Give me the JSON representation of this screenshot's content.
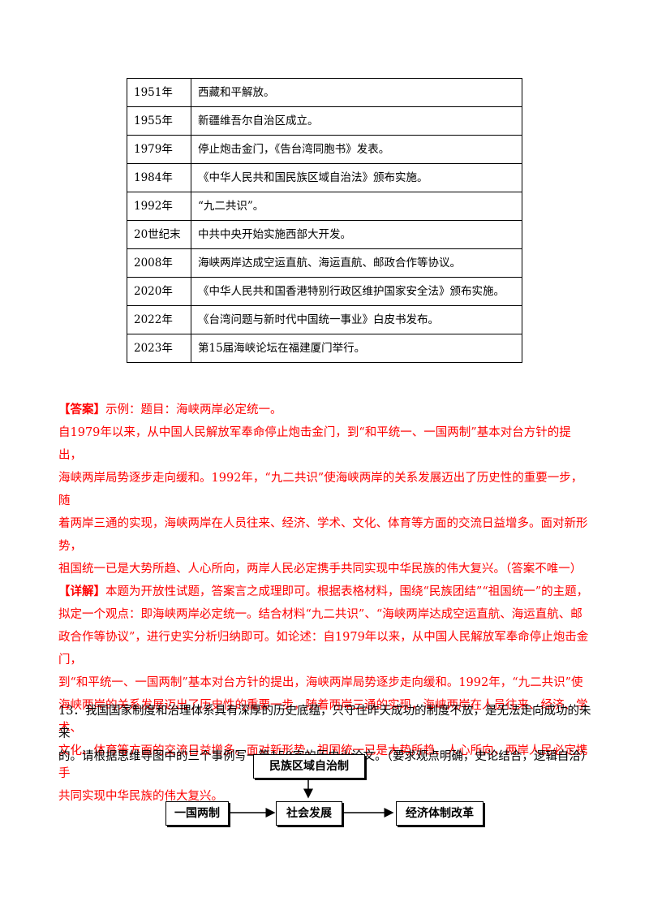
{
  "timeline": {
    "rows": [
      {
        "year": "1951年",
        "event": "西藏和平解放。"
      },
      {
        "year": "1955年",
        "event": "新疆维吾尔自治区成立。"
      },
      {
        "year": "1979年",
        "event": "停止炮击金门，《告台湾同胞书》发表。"
      },
      {
        "year": "1984年",
        "event": "《中华人民共和国民族区域自治法》颁布实施。"
      },
      {
        "year": "1992年",
        "event": "“九二共识”。"
      },
      {
        "year": "20世纪末",
        "event": "中共中央开始实施西部大开发。"
      },
      {
        "year": "2008年",
        "event": "海峡两岸达成空运直航、海运直航、邮政合作等协议。"
      },
      {
        "year": "2020年",
        "event": "《中华人民共和国香港特别行政区维护国家安全法》颁布实施。"
      },
      {
        "year": "2022年",
        "event": "《台湾问题与新时代中国统一事业》白皮书发布。"
      },
      {
        "year": "2023年",
        "event": "第15届海峡论坛在福建厦门举行。"
      }
    ]
  },
  "answer": {
    "tag": "【答案】",
    "first_line": "示例：题目：海峡两岸必定统一。",
    "lines": [
      "自1979年以来，从中国人民解放军奉命停止炮击金门，到“和平统一、一国两制”基本对台方针的提出，",
      "海峡两岸局势逐步走向缓和。1992年，“九二共识”使海峡两岸的关系发展迈出了历史性的重要一步，随",
      "着两岸三通的实现，海峡两岸在人员往来、经济、学术、文化、体育等方面的交流日益增多。面对新形势，",
      "祖国统一已是大势所趋、人心所向，两岸人民必定携手共同实现中华民族的伟大复兴。（答案不唯一）"
    ]
  },
  "detail": {
    "tag": "【详解】",
    "first_line": "本题为开放性试题，答案言之成理即可。根据表格材料，围绕“民族团结”“祖国统一”的主题，",
    "lines": [
      "拟定一个观点：即海峡两岸必定统一。结合材料“九二共识”、“海峡两岸达成空运直航、海运直航、邮",
      "政合作等协议”，进行史实分析归纳即可。如论述：自1979年以来，从中国人民解放军奉命停止炮击金门，",
      "到“和平统一、一国两制”基本对台方针的提出，海峡两岸局势逐步走向缓和。1992年，“九二共识”使",
      "海峡两岸的关系发展迈出了历史性的重要一步，随着两岸三通的实现，海峡两岸在人员往来、经济、学术、",
      "文化、体育等方面的交流日益增多。面对新形势，祖国统一已是大势所趋、人心所向，两岸人民必定携手",
      "共同实现中华民族的伟大复兴。"
    ]
  },
  "question": {
    "lines": [
      "13．我国国家制度和治理体系具有深厚的历史底蕴，只守住昨天成功的制度不放，是无法走向成功的未来",
      "的。请根据思维导图中的三个事例写一篇150字的历史小论文。（要求观点明确，史论结合，逻辑自洽）"
    ]
  },
  "mindmap": {
    "top": "民族区域自治制",
    "left": "一国两制",
    "center": "社会发展",
    "right": "经济体制改革"
  }
}
